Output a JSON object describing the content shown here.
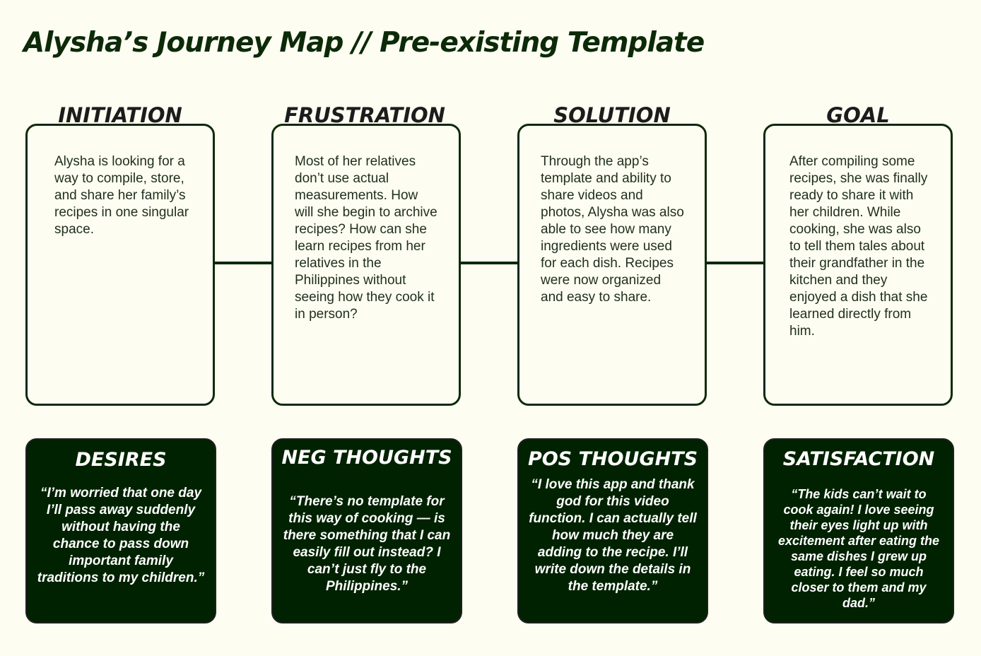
{
  "title": "Alysha’s  Journey Map // Pre-existing Template",
  "stages": [
    {
      "heading": "INITIATION",
      "text": "Alysha is looking for a way to compile, store, and share her family’s recipes in one singular space."
    },
    {
      "heading": "FRUSTRATION",
      "text": "Most of her relatives don’t use actual measurements. How will she begin to archive recipes? How can she learn recipes from her relatives in the Philippines without seeing how they cook it in person?"
    },
    {
      "heading": "SOLUTION",
      "text": "Through the app’s template and ability to share videos and photos, Alysha was also able to see how many ingredients were used for each dish. Recipes were now organized and easy to share."
    },
    {
      "heading": "GOAL",
      "text": "After compiling some recipes, she was finally ready to share it with her children. While cooking, she was also to tell them tales about their grandfather in the kitchen and they enjoyed a dish that she learned directly from him."
    }
  ],
  "feelings": [
    {
      "heading": "DESIRES",
      "quote": "“I’m worried that one day I’ll pass away suddenly without having the chance to pass down important family traditions to my children.”"
    },
    {
      "heading": "NEG THOUGHTS",
      "quote": "“There’s no template for this way of cooking — is there something that I can easily fill out instead? I can’t just fly to the Philippines.”"
    },
    {
      "heading": "POS THOUGHTS",
      "quote": "“I love this app and thank god for this video function. I can actually tell how much they are adding to the recipe. I’ll write down the details in the template.”"
    },
    {
      "heading": "SATISFACTION",
      "quote": "“The kids can’t wait to cook again! I love seeing their eyes light up with excitement after eating the same dishes I grew up eating. I feel so much closer to them and my dad.”"
    }
  ],
  "colors": {
    "background": "#fdfdf2",
    "dark_green": "#0c2a08",
    "card_fill_dark": "#002200",
    "heading_text": "#1c1c1c"
  }
}
